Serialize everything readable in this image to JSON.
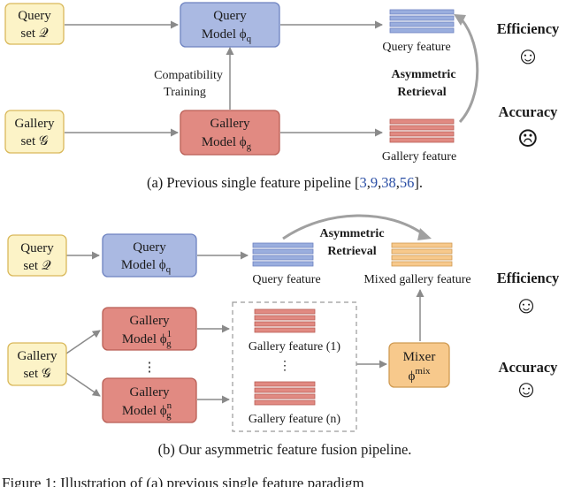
{
  "panel_a": {
    "query_set": {
      "line1": "Query",
      "line2": "set 𝒬"
    },
    "query_model": {
      "line1": "Query",
      "line2": "Model ϕ",
      "sub": "q"
    },
    "gallery_set": {
      "line1": "Gallery",
      "line2": "set 𝒢"
    },
    "gallery_model": {
      "line1": "Gallery",
      "line2": "Model ϕ",
      "sub": "g"
    },
    "compat": {
      "line1": "Compatibility",
      "line2": "Training"
    },
    "query_feature": "Query feature",
    "gallery_feature": "Gallery feature",
    "asym": {
      "line1": "Asymmetric",
      "line2": "Retrieval"
    },
    "efficiency": "Efficiency",
    "accuracy": "Accuracy",
    "efficiency_face": "☺",
    "accuracy_face": "☹",
    "caption": {
      "before": "(a) Previous single feature pipeline [",
      "c1": "3",
      "comma1": ",",
      "c2": "9",
      "comma2": ",",
      "c3": "38",
      "comma3": ",",
      "c4": "56",
      "after": "]."
    }
  },
  "panel_b": {
    "query_set": {
      "line1": "Query",
      "line2": "set 𝒬"
    },
    "query_model": {
      "line1": "Query",
      "line2": "Model ϕ",
      "sub": "q"
    },
    "gallery_set": {
      "line1": "Gallery",
      "line2": "set 𝒢"
    },
    "gallery_model_1": {
      "line1": "Gallery",
      "line2": "Model ϕ",
      "sub": "g",
      "sup": "1"
    },
    "gallery_model_n": {
      "line1": "Gallery",
      "line2": "Model ϕ",
      "sub": "g",
      "sup": "n"
    },
    "model_dots": "⋮",
    "feature_dots": "⋮",
    "gallery_feature_1": "Gallery feature (1)",
    "gallery_feature_n": "Gallery feature (n)",
    "mixer": {
      "line1": "Mixer",
      "line2": "ϕ",
      "sup": "mix"
    },
    "query_feature": "Query feature",
    "mixed_feature": "Mixed gallery feature",
    "asym": {
      "line1": "Asymmetric",
      "line2": "Retrieval"
    },
    "efficiency": "Efficiency",
    "accuracy": "Accuracy",
    "efficiency_face": "☺",
    "accuracy_face": "☺",
    "caption": "(b) Our asymmetric feature fusion pipeline."
  },
  "figure_caption_fragment": "Figure 1:  Illustration of (a) previous single feature paradigm",
  "colors": {
    "set_fill": "#fcf3c7",
    "set_stroke": "#d9b85a",
    "query_fill": "#aab9e2",
    "query_stroke": "#6d82c0",
    "gallery_fill": "#e18a82",
    "gallery_stroke": "#b95e55",
    "mixer_fill": "#f7c98c",
    "mixer_stroke": "#cf9a52",
    "arrow": "#8a8a8a"
  }
}
